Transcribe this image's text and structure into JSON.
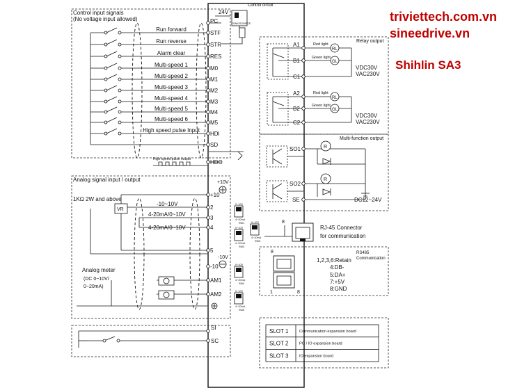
{
  "watermark": {
    "line1": "triviettech.com.vn",
    "line2": "sineedrive.vn",
    "model": "Shihlin SA3"
  },
  "control_circuit": "Control circuit",
  "control_inputs": {
    "title": "Control input signals",
    "subtitle": "(No voltage input allowed)",
    "supply": "24V",
    "pc": "PC",
    "sink_source": "SINK/SOURCE",
    "items": [
      {
        "label": "Run forward",
        "terminal": "STF"
      },
      {
        "label": "Run reverse",
        "terminal": "STR"
      },
      {
        "label": "Alarm clear",
        "terminal": "RES"
      },
      {
        "label": "Multi-speed 1",
        "terminal": "M0"
      },
      {
        "label": "Multi-speed 2",
        "terminal": "M1"
      },
      {
        "label": "Multi-speed 3",
        "terminal": "M2"
      },
      {
        "label": "Multi-speed 4",
        "terminal": "M3"
      },
      {
        "label": "Multi-speed 5",
        "terminal": "M4"
      },
      {
        "label": "Multi-speed 6",
        "terminal": "M5"
      },
      {
        "label": "High speed pulse Input",
        "terminal": "HDI"
      }
    ],
    "sd": "SD",
    "hdo_label": "High speed pulse output",
    "hdo": "HDO"
  },
  "relay_output": {
    "title": "Relay output",
    "terminals": [
      "A1",
      "B1",
      "C1",
      "A2",
      "B2",
      "C2"
    ],
    "red_light": "Red light",
    "green_light": "Green light",
    "rl": "RL",
    "gl": "GL",
    "voltage1": "VDC30V",
    "voltage2": "VAC230V"
  },
  "multifunction_output": {
    "title": "Multi-function output",
    "terminals": [
      "SO1",
      "SO2",
      "SE"
    ],
    "r": "R",
    "voltage": "DC12~24V"
  },
  "analog": {
    "title": "Analog signal input / output",
    "plus10v": "+10V",
    "t_plus10": "+10",
    "resistor": "1KΩ 2W and above",
    "vr": "VR",
    "terminals": [
      "2",
      "3",
      "4",
      "5",
      "-10",
      "AM1",
      "AM2"
    ],
    "range_2": "-10~10V",
    "range_3": "4-20mA/0~10V",
    "range_4": "4-20mA/0~10V",
    "minus10v": "-10V",
    "meter_label": "Analog meter",
    "meter_sub1": "(DC 0~10V/",
    "meter_sub2": "0~20mA)",
    "sw_upper": "0~10V",
    "sw_lower": "4~20mA",
    "sw_names": [
      "SW1",
      "SW2",
      "SW3",
      "SW4",
      "SW5",
      "SW6"
    ]
  },
  "rj45": {
    "label": "RJ-45 Connector",
    "sub": "for communication",
    "pin_top": "8",
    "pin_bottom": "1",
    "rs485": "RS485",
    "rs485_sub": "Communication",
    "pins": [
      "1,2,3,6:Retain",
      "4:DB-",
      "5:DA+",
      "7:+5V",
      "8:GND"
    ]
  },
  "si_sc": {
    "si": "SI",
    "sc": "SC"
  },
  "slots": [
    {
      "name": "SLOT 1",
      "desc": "Communication expansion board"
    },
    {
      "name": "SLOT 2",
      "desc": "PG / IO expansion board"
    },
    {
      "name": "SLOT 3",
      "desc": "IO expansion board"
    }
  ]
}
